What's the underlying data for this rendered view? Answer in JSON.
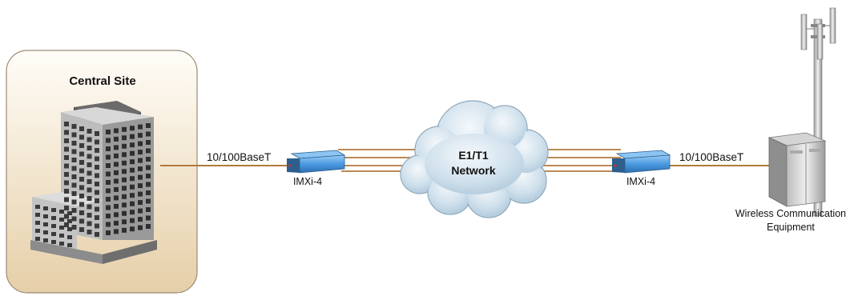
{
  "site": {
    "title": "Central Site"
  },
  "links": {
    "left_label": "10/100BaseT",
    "right_label": "10/100BaseT"
  },
  "devices": {
    "left_label": "IMXi-4",
    "right_label": "IMXi-4"
  },
  "network": {
    "line1": "E1/T1",
    "line2": "Network"
  },
  "remote": {
    "line1": "Wireless Communication",
    "line2": "Equipment"
  },
  "colors": {
    "link": "#b07a3c",
    "site_panel_top": "#fffdf8",
    "site_panel_bottom": "#e8d3b0",
    "cloud": "#c9dcea",
    "device": "#4f9fe0"
  }
}
